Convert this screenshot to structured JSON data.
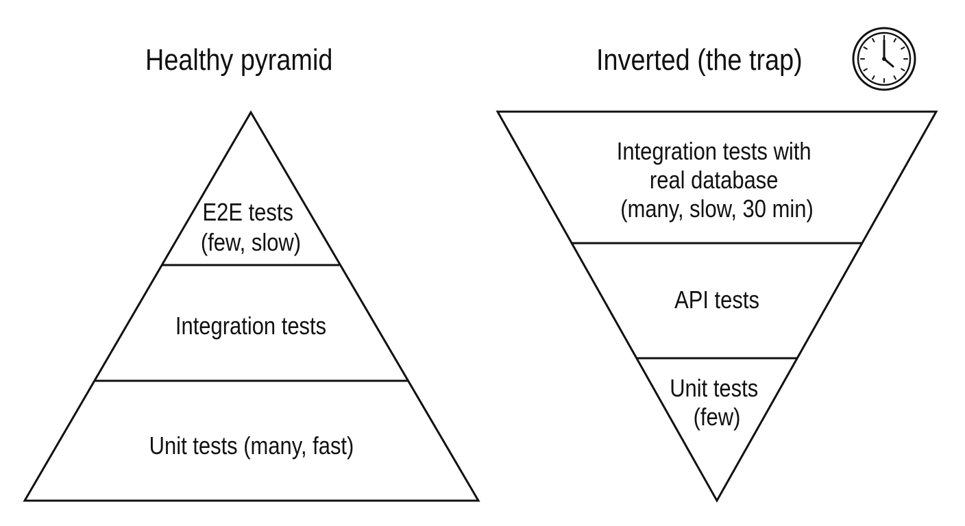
{
  "healthy": {
    "title": "Healthy pyramid",
    "tiers": [
      {
        "lines": [
          "E2E tests",
          "(few, slow)"
        ]
      },
      {
        "lines": [
          "Integration tests"
        ]
      },
      {
        "lines": [
          "Unit tests (many, fast)"
        ]
      }
    ]
  },
  "inverted": {
    "title": "Inverted (the trap)",
    "icon": "clock-icon",
    "tiers": [
      {
        "lines": [
          "Integration tests with",
          "real database",
          "(many, slow, 30 min)"
        ]
      },
      {
        "lines": [
          "API tests"
        ]
      },
      {
        "lines": [
          "Unit tests",
          "(few)"
        ]
      }
    ]
  },
  "colors": {
    "stroke": "#111111",
    "text": "#111111",
    "background": "#ffffff"
  }
}
